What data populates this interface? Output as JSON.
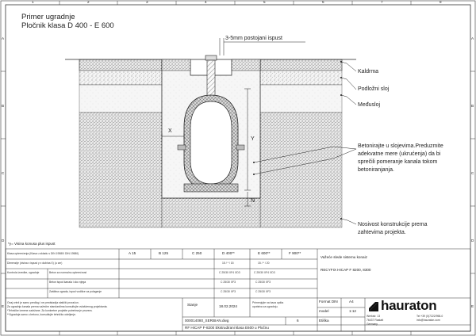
{
  "header": {
    "title_line1": "Primer ugradnje",
    "title_line2": "Pločnik klasa D 400 - E 600"
  },
  "dimensions": {
    "top_gap": "3-5mm postojani ispust",
    "x": "X",
    "y": "Y",
    "n": "N"
  },
  "callouts": {
    "kaldrma": "Kaldrma",
    "podlozni_sloj": "Podložni sloj",
    "meduslov": "Međusloj",
    "beton_1": "Betonirajte u slojevima.Preduzmite",
    "beton_2": "adekvatne mere (ukrućenja) da bi",
    "beton_3": "sprečili pomeranje kanala tokom",
    "beton_4": "betoniranjanja.",
    "nosivost_1": "Nosivost konstrukcije prema",
    "nosivost_2": "zahtevima projekta."
  },
  "footnote": "*y= Visina konusa plus ispust",
  "frame": {
    "rows": [
      "A",
      "B",
      "C",
      "D",
      "E"
    ],
    "cols": [
      "1",
      "2",
      "3",
      "4",
      "5",
      "6",
      "7",
      "8"
    ]
  },
  "table": {
    "row1_label": "Klasa opterećenja (Klasa u skladu s DIN 19580/ DIN 19580)",
    "classes": [
      "A 15",
      "B 125",
      "C 250",
      "D 400**",
      "E 600**",
      "F 900**"
    ],
    "row2_label": "Dimenzije (visina x ispust y x dubina X) (u cm)",
    "row2_vals": [
      "15 / * / 15",
      "15 / * / 20"
    ],
    "row3a": "Beton za normalnu opterećnost",
    "row3b": "Kontrola izvedbe, ugradnje",
    "row3_vals": [
      "C 25/30 XF4 XD3",
      "C 25/30 XF4 XD3"
    ],
    "row4a": "Beton ispod kanala i oko njega",
    "row4_vals": [
      "C 25/30 XF3",
      "C 25/30 XF3"
    ],
    "row5_vals": [
      "C 25/30 XF3",
      "C 25/30 XF3"
    ],
    "row5a": "Zaštitna ograda, ispod vodilice za polaganje",
    "note1": "Ovaj crtež je samo predlog i ne predstavlja statički proračun.",
    "note2": "Za ugradnju kanala prema važećim standardima konsultujte ovlašćenog projektanta.",
    "note3": "*Tehničke izmene zadržane. Za konkretne projekte potrebna je provera.",
    "note4": "**Ugradnja samo u betonu, konsultujte tehničko odeljenje."
  },
  "product": {
    "label": "Važeće slede sistemu konaiz",
    "name": "RECYFIX HICAP F 8200, 8300"
  },
  "status": {
    "label": "Stanje",
    "date": "18.02.2024",
    "note_1": "Primenjujte na baza opšta",
    "note_2": "uputstva za ugradnju.",
    "drawing_no": "000014080_SERBIAN.dwg",
    "rev": "6",
    "desc": "RF HICAP F-8200 Ekstrudirani klasa E600 u Pločnu"
  },
  "format": {
    "format_label": "Format DIN",
    "format_val": "A4",
    "scale_label": "model",
    "scale_val": "1:12",
    "sheet_label": "Etiška"
  },
  "company": {
    "logo": "hauraton",
    "addr1": "Werkstr. 13",
    "addr2": "76437 Rastatt",
    "addr3": "Germany",
    "tel": "Tel +39 (0)7222/958-0",
    "mail": "info@hauraton.com"
  },
  "colors": {
    "line": "#222222",
    "concrete_fill": "#f2f2f2",
    "hatch": "#555555"
  }
}
